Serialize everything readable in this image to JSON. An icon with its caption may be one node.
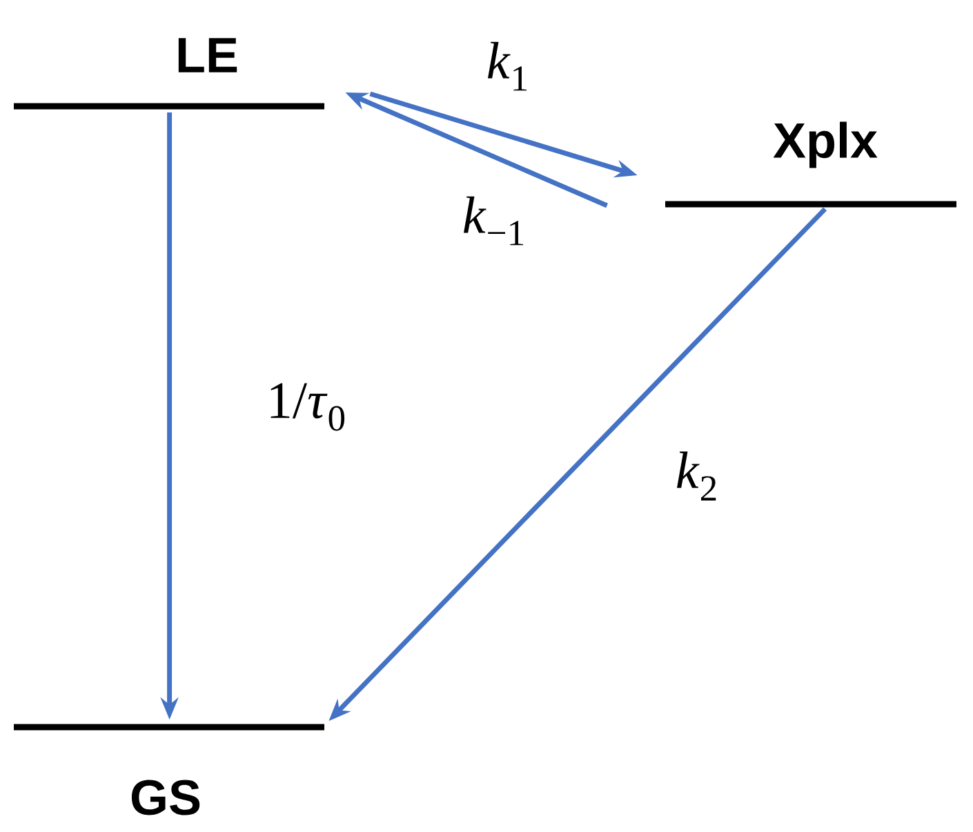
{
  "diagram": {
    "nodes": [
      {
        "text": [
          "LE"
        ]
      },
      {
        "text": [
          "Xplx"
        ]
      },
      {
        "text": [
          "GS"
        ]
      }
    ],
    "edges": [
      {
        "from": 0,
        "to": 1,
        "arrow": "to",
        "label": "*k*$_{1}$"
      },
      {
        "from": 1,
        "to": 0,
        "arrow": "to",
        "label": "*k*$_{−1}$"
      },
      {
        "from": 0,
        "to": 2,
        "arrow": "to",
        "label": "1/*τ*$_{0}$"
      },
      {
        "from": 1,
        "to": 2,
        "arrow": "to",
        "label": "*k*$_{2}$"
      }
    ]
  }
}
